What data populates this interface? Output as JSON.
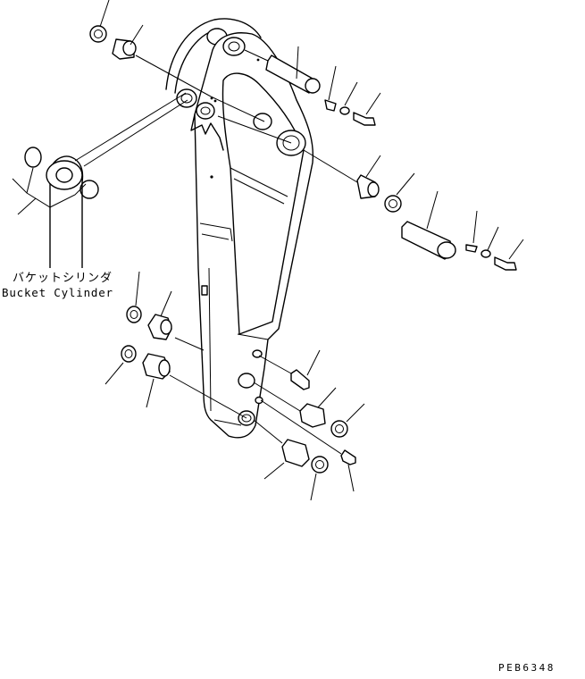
{
  "labels": {
    "japanese": "バケットシリンダ",
    "english": "Bucket Cylinder"
  },
  "figure_code": "PEB6348",
  "colors": {
    "ink": "#000000",
    "paper": "#ffffff"
  }
}
